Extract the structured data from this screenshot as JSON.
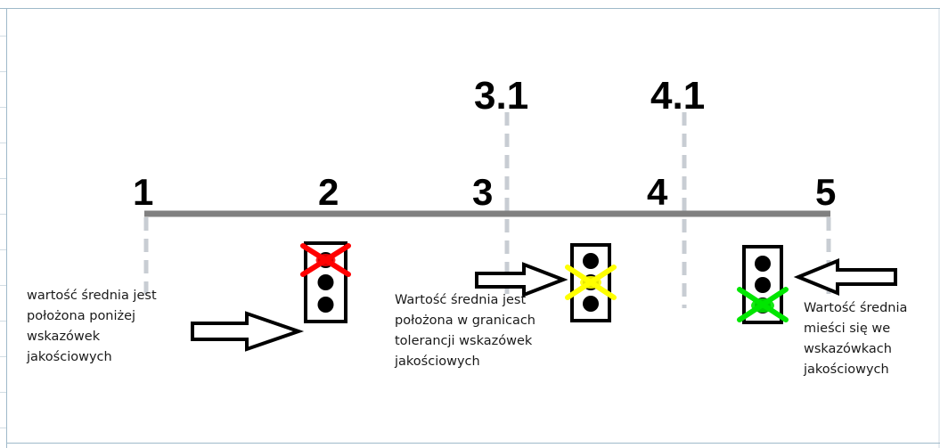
{
  "scale": {
    "labels": [
      "1",
      "2",
      "3",
      "4",
      "5"
    ],
    "thresholds": [
      "3.1",
      "4.1"
    ]
  },
  "indicators": [
    {
      "status": "poniżej",
      "crossed_light": "red",
      "color": "#ff0000"
    },
    {
      "status": "w granicach tolerancji",
      "crossed_light": "yellow",
      "color": "#ffff00"
    },
    {
      "status": "we wskazówkach",
      "crossed_light": "green",
      "color": "#00e600"
    }
  ],
  "captions": {
    "below": [
      "wartość średnia jest",
      "położona poniżej",
      "wskazówek",
      "jakościowych"
    ],
    "tolerance": [
      "Wartość średnia jest",
      "położona w granicach",
      "tolerancji wskazówek",
      "jakościowych"
    ],
    "within": [
      "Wartość średnia",
      "mieści się we",
      "wskazówkach",
      "jakościowych"
    ]
  },
  "colors": {
    "axis": "#808080",
    "dashed": "#c8cdd3",
    "red": "#ff0000",
    "yellow": "#ffff00",
    "green": "#00e600"
  }
}
